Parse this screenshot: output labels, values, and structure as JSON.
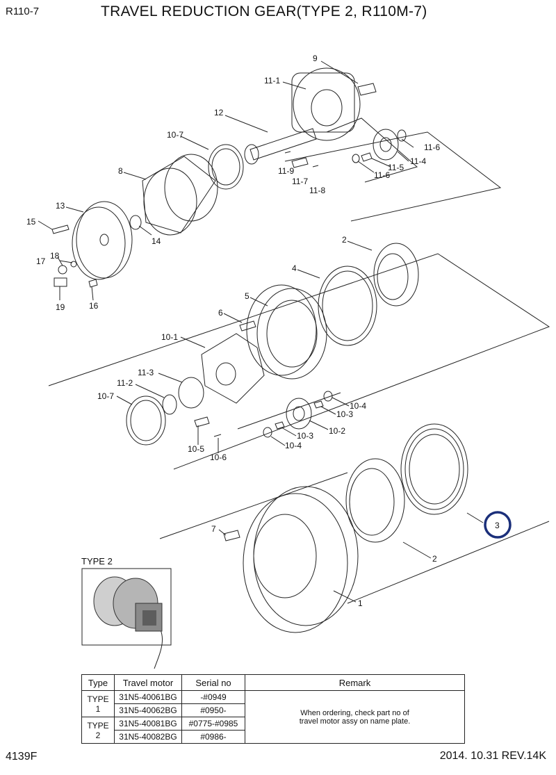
{
  "header": {
    "model": "R110-7",
    "title": "TRAVEL REDUCTION GEAR(TYPE 2, R110M-7)"
  },
  "footer": {
    "page_code": "4139F",
    "date_rev": "2014. 10.31  REV.14K"
  },
  "inset": {
    "label": "TYPE 2"
  },
  "callouts": {
    "p9": "9",
    "p11_1": "11-1",
    "p12": "12",
    "p10_7a": "10-7",
    "p8": "8",
    "p11_9": "11-9",
    "p11_7": "11-7",
    "p11_8": "11-8",
    "p11_6a": "11-6",
    "p11_4": "11-4",
    "p11_5": "11-5",
    "p11_6b": "11-6",
    "p13": "13",
    "p15": "15",
    "p14": "14",
    "p18": "18",
    "p17": "17",
    "p19": "19",
    "p16": "16",
    "p2a": "2",
    "p4": "4",
    "p5": "5",
    "p6": "6",
    "p10_1": "10-1",
    "p11_3": "11-3",
    "p11_2": "11-2",
    "p10_7b": "10-7",
    "p10_5": "10-5",
    "p10_6": "10-6",
    "p10_4a": "10-4",
    "p10_3a": "10-3",
    "p10_2": "10-2",
    "p10_3b": "10-3",
    "p10_4b": "10-4",
    "p7": "7",
    "p3": "3",
    "p2b": "2",
    "p1": "1"
  },
  "table": {
    "headers": [
      "Type",
      "Travel motor",
      "Serial no",
      "Remark"
    ],
    "type1": "TYPE 1",
    "type2": "TYPE 2",
    "rows": [
      {
        "motor": "31N5-40061BG",
        "serial": "-#0949"
      },
      {
        "motor": "31N5-40062BG",
        "serial": "#0950-"
      },
      {
        "motor": "31N5-40081BG",
        "serial": "#0775-#0985"
      },
      {
        "motor": "31N5-40082BG",
        "serial": "#0986-"
      }
    ],
    "remark_line1": "When ordering, check part no of",
    "remark_line2": "travel motor assy on name plate."
  }
}
